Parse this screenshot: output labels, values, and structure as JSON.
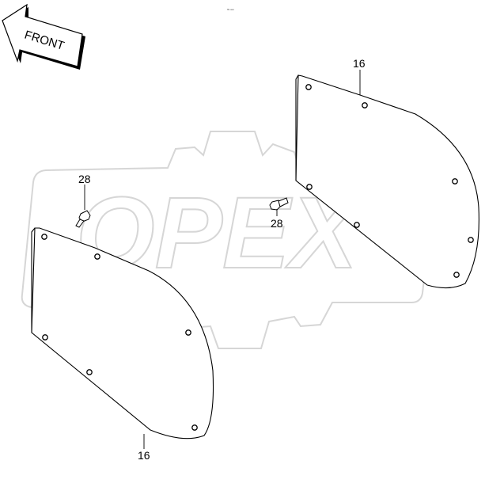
{
  "direction_arrow": {
    "label": "FRONT"
  },
  "watermark": {
    "text": "OPEX"
  },
  "header": {
    "tiny_text": "f/k.ueo"
  },
  "callouts": {
    "cover_upper": "16",
    "cover_lower": "16",
    "bolt_left": "28",
    "bolt_right": "28"
  }
}
